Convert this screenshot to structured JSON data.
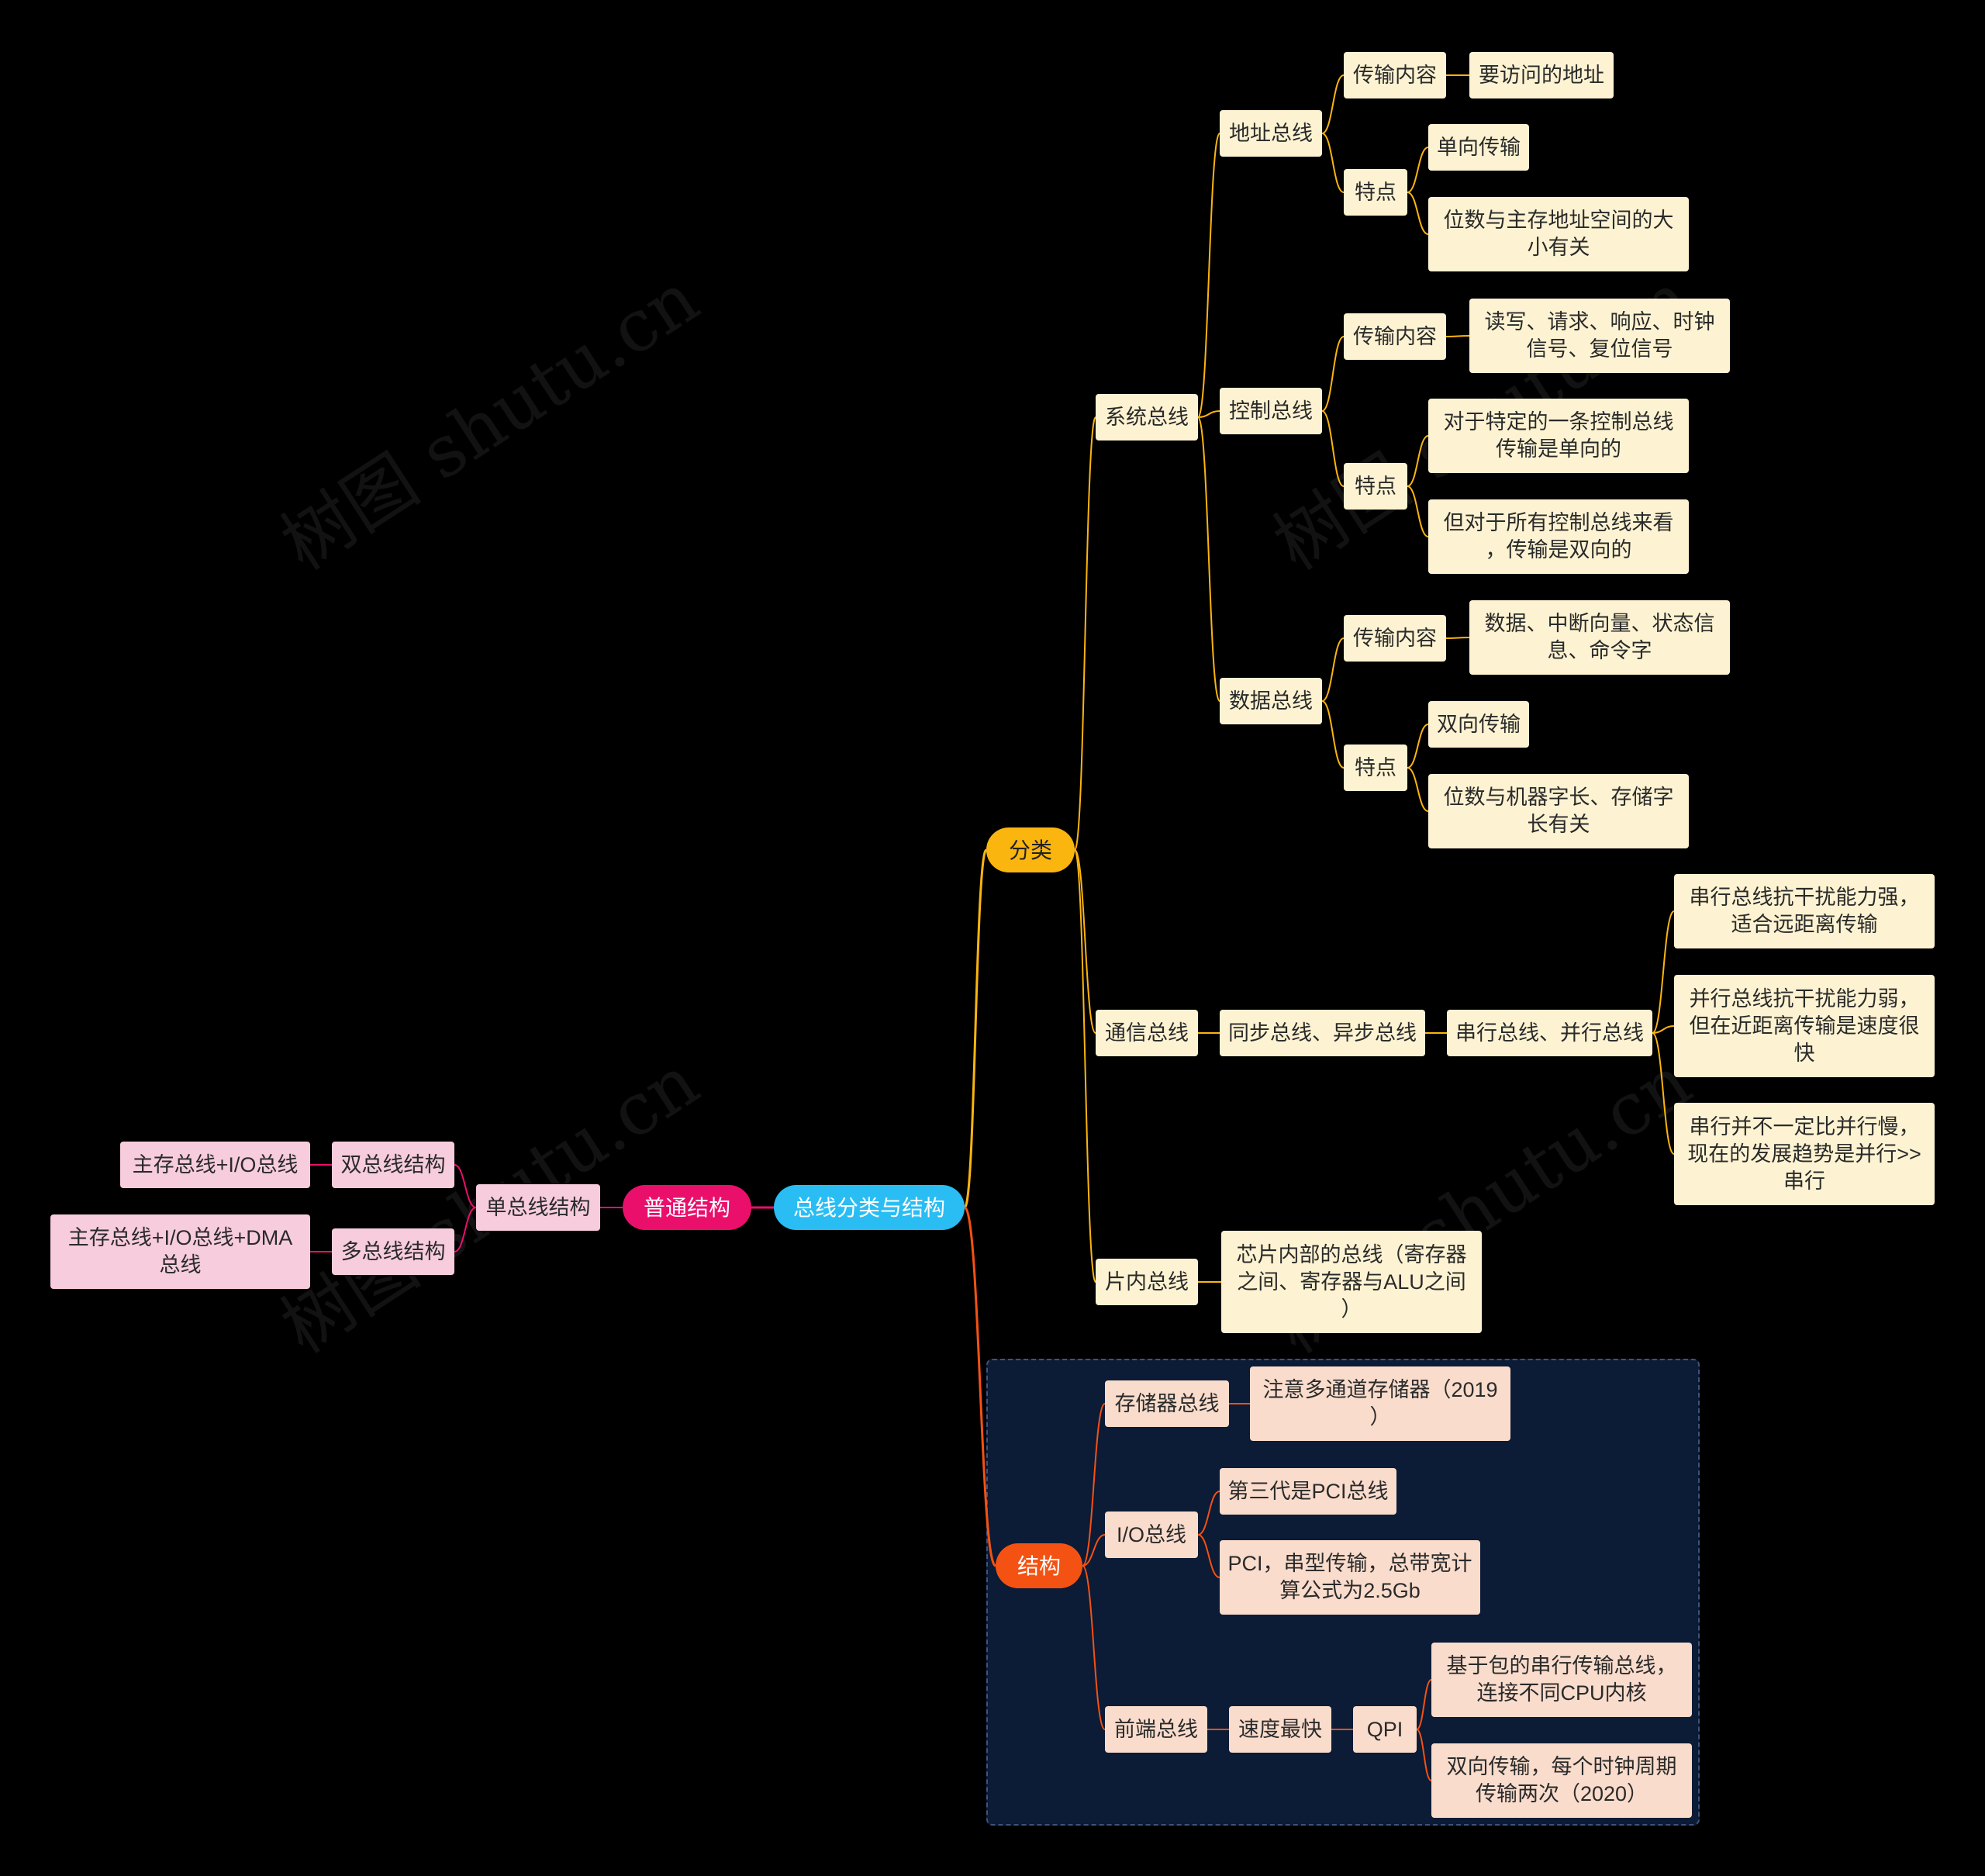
{
  "watermark": "树图 shutu.cn",
  "colors": {
    "background": "#000000",
    "root": "#29bdf4",
    "classify_branch": "#fbb50f",
    "structure_branch": "#f45213",
    "normal_branch": "#eb0f6c",
    "classify_leaf": "#fdf3d2",
    "normal_leaf": "#f7ccdd",
    "structure_leaf": "#f9dccc",
    "summary_bg": "#0c1b36"
  },
  "mindmap": {
    "root": "总线分类与结构",
    "classify": {
      "label": "分类",
      "system_bus": {
        "label": "系统总线",
        "address": {
          "label": "地址总线",
          "content_label": "传输内容",
          "content": "要访问的地址",
          "feature_label": "特点",
          "features": [
            "单向传输",
            "位数与主存地址空间的大\n小有关"
          ]
        },
        "control": {
          "label": "控制总线",
          "content_label": "传输内容",
          "content": "读写、请求、响应、时钟\n信号、复位信号",
          "feature_label": "特点",
          "features": [
            "对于特定的一条控制总线\n传输是单向的",
            "但对于所有控制总线来看\n，传输是双向的"
          ]
        },
        "data": {
          "label": "数据总线",
          "content_label": "传输内容",
          "content": "数据、中断向量、状态信\n息、命令字",
          "feature_label": "特点",
          "features": [
            "双向传输",
            "位数与机器字长、存储字\n长有关"
          ]
        }
      },
      "comm_bus": {
        "label": "通信总线",
        "sync": "同步总线、异步总线",
        "serial": "串行总线、并行总线",
        "notes": [
          "串行总线抗干扰能力强，\n适合远距离传输",
          "并行总线抗干扰能力弱，\n但在近距离传输是速度很\n快",
          "串行并不一定比并行慢，\n现在的发展趋势是并行>>\n串行"
        ]
      },
      "onchip_bus": {
        "label": "片内总线",
        "note": "芯片内部的总线（寄存器\n之间、寄存器与ALU之间\n）"
      }
    },
    "structure": {
      "label": "结构",
      "memory_bus": {
        "label": "存储器总线",
        "note": "注意多通道存储器（2019\n）"
      },
      "io_bus": {
        "label": "I/O总线",
        "notes": [
          "第三代是PCI总线",
          "PCI，串型传输，总带宽计\n算公式为2.5Gb"
        ]
      },
      "fsb": {
        "label": "前端总线",
        "speed": "速度最快",
        "qpi": "QPI",
        "notes": [
          "基于包的串行传输总线，\n连接不同CPU内核",
          "双向传输，每个时钟周期\n传输两次（2020）"
        ]
      }
    },
    "normal": {
      "label": "普通结构",
      "single": "单总线结构",
      "dual": {
        "label": "双总线结构",
        "note": "主存总线+I/O总线"
      },
      "multi": {
        "label": "多总线结构",
        "note": "主存总线+I/O总线+DMA\n总线"
      }
    }
  }
}
